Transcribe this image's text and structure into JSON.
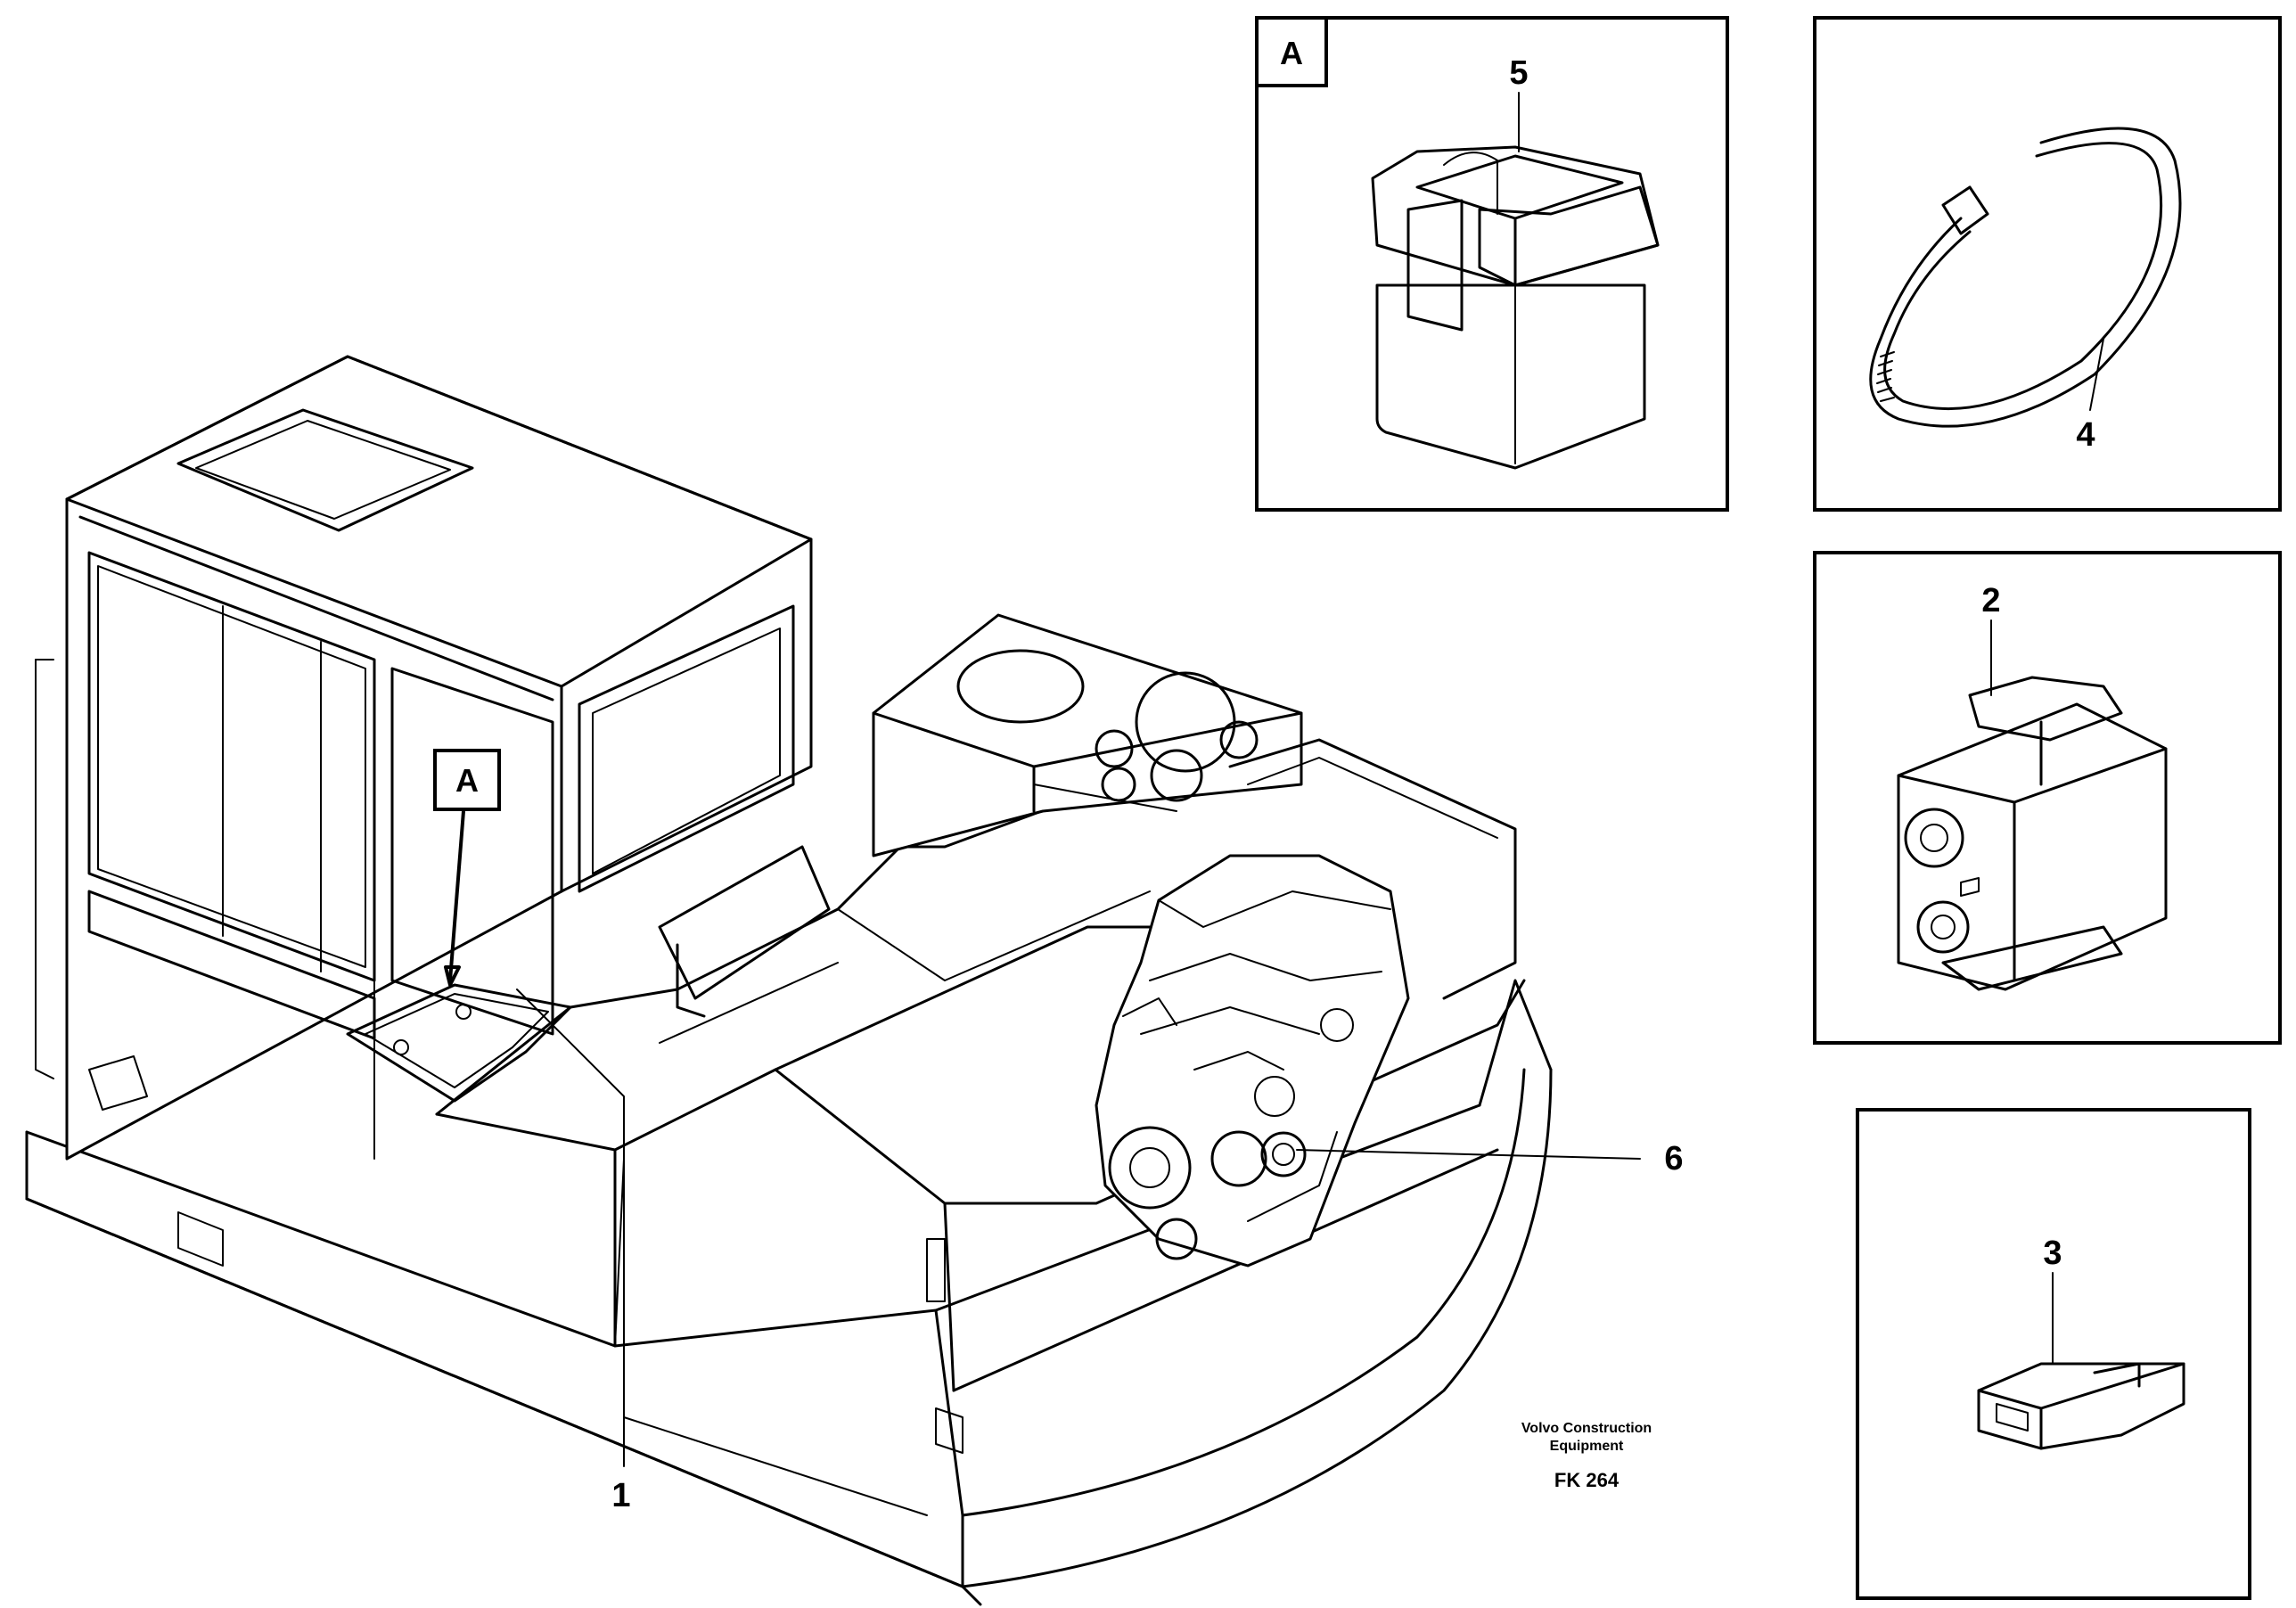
{
  "callouts": {
    "c1": "1",
    "c2": "2",
    "c3": "3",
    "c4": "4",
    "c5": "5",
    "c6": "6"
  },
  "detail_tags": {
    "main": "A",
    "panel": "A"
  },
  "manufacturer": {
    "line1": "Volvo Construction",
    "line2": "Equipment"
  },
  "figure_code": "FK 264"
}
